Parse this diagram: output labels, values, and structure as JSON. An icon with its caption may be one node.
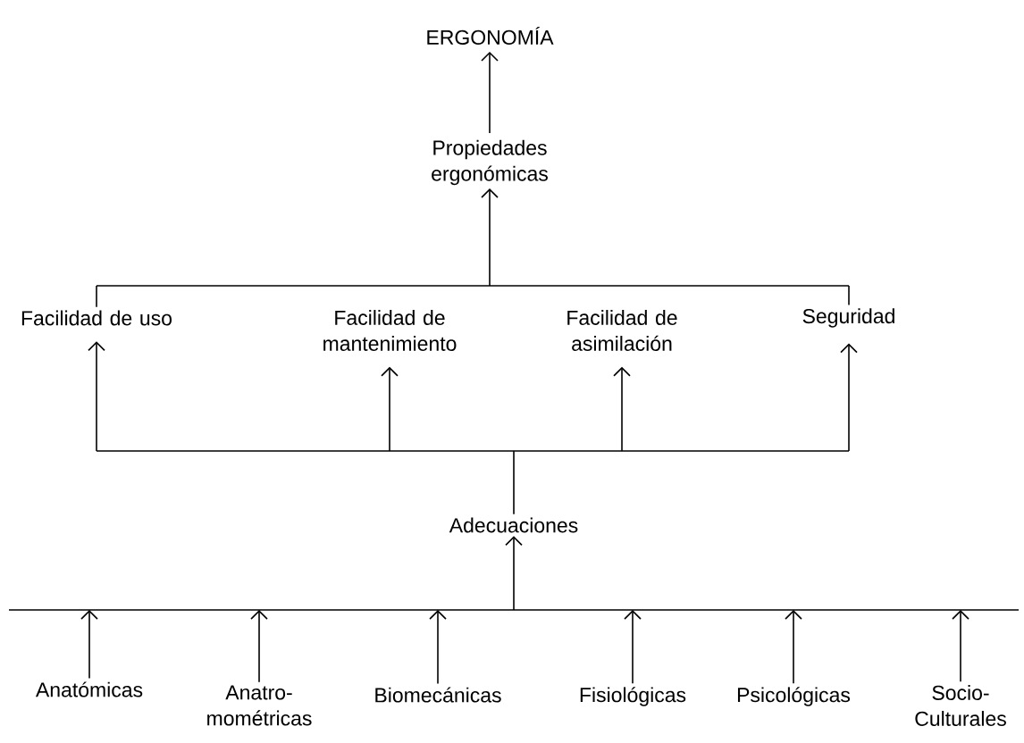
{
  "diagram": {
    "nodes": [
      {
        "text": [
          "ERGONOMÍA"
        ]
      },
      {
        "text": [
          "Propiedades ergonómicas"
        ]
      },
      {
        "text": [
          "Facilidad de uso"
        ]
      },
      {
        "text": [
          "Facilidad de mantenimiento"
        ]
      },
      {
        "text": [
          "Facilidad de asimilación"
        ]
      },
      {
        "text": [
          "Seguridad"
        ]
      },
      {
        "text": [
          "Adecuaciones"
        ]
      },
      {
        "text": [
          "Anatómicas"
        ]
      },
      {
        "text": [
          "Anatro- mométricas"
        ]
      },
      {
        "text": [
          "Biomecánicas"
        ]
      },
      {
        "text": [
          "Fisiológicas"
        ]
      },
      {
        "text": [
          "Psicológicas"
        ]
      },
      {
        "text": [
          "Socio- Culturales"
        ]
      }
    ],
    "edges": [
      {
        "from": 1,
        "to": 0,
        "arrow": "to"
      },
      {
        "from": 2,
        "to": 1,
        "arrow": "to"
      },
      {
        "from": 5,
        "to": 1,
        "arrow": "to"
      },
      {
        "from": 6,
        "to": 2,
        "arrow": "to"
      },
      {
        "from": 6,
        "to": 3,
        "arrow": "to"
      },
      {
        "from": 6,
        "to": 4,
        "arrow": "to"
      },
      {
        "from": 6,
        "to": 5,
        "arrow": "to"
      },
      {
        "from": 7,
        "to": 6,
        "arrow": "to"
      },
      {
        "from": 8,
        "to": 6,
        "arrow": "to"
      },
      {
        "from": 9,
        "to": 6,
        "arrow": "to"
      },
      {
        "from": 10,
        "to": 6,
        "arrow": "to"
      },
      {
        "from": 11,
        "to": 6,
        "arrow": "to"
      },
      {
        "from": 12,
        "to": 6,
        "arrow": "to"
      }
    ]
  }
}
